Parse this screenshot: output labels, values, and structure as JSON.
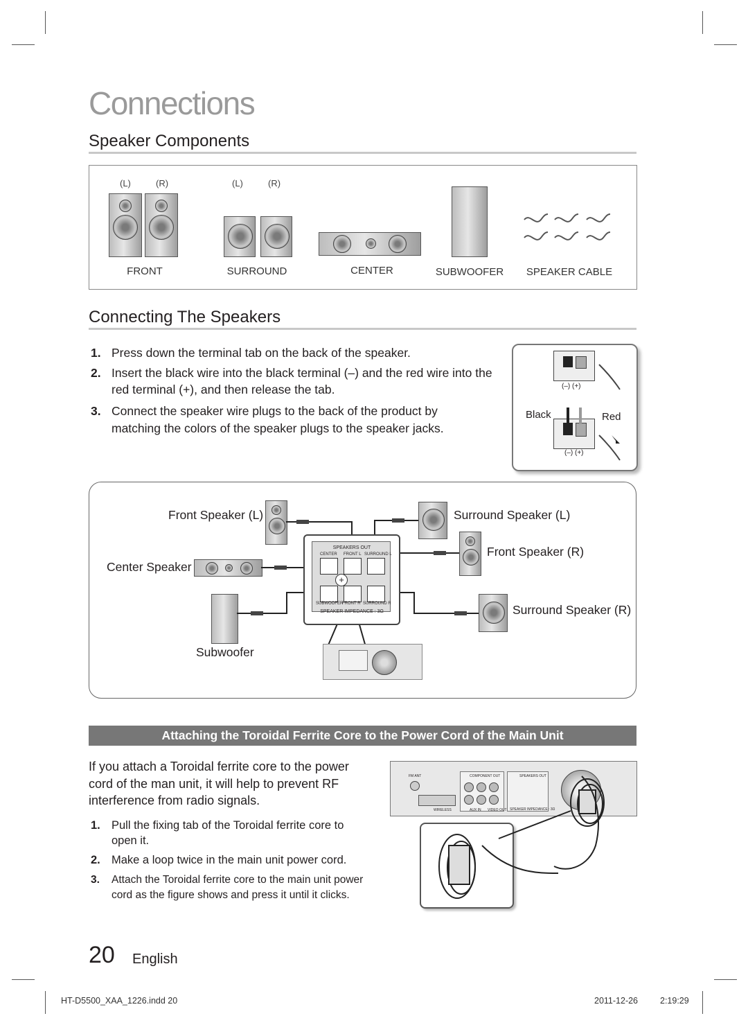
{
  "page": {
    "title": "Connections",
    "number": "20",
    "language": "English"
  },
  "speaker_components": {
    "heading": "Speaker Components",
    "lr_left": "(L)",
    "lr_right": "(R)",
    "labels": [
      "FRONT",
      "SURROUND",
      "CENTER",
      "SUBWOOFER",
      "SPEAKER CABLE"
    ]
  },
  "connecting": {
    "heading": "Connecting The Speakers",
    "steps": [
      {
        "num": "1.",
        "text": "Press down the terminal tab on the back of the speaker."
      },
      {
        "num": "2.",
        "line1": "Insert the black wire into the black terminal (–) and the red wire into the",
        "line2": "red terminal (+), and then release the tab."
      },
      {
        "num": "3.",
        "line1": "Connect the speaker wire plugs to the back of the product by",
        "line2": "matching the colors of the speaker plugs to the speaker jacks."
      }
    ],
    "terminal": {
      "polarity": "(–)  (+)",
      "black": "Black",
      "red": "Red"
    }
  },
  "diagram": {
    "front_l": "Front Speaker (L)",
    "surround_l": "Surround Speaker (L)",
    "front_r": "Front Speaker (R)",
    "center": "Center Speaker",
    "surround_r": "Surround Speaker (R)",
    "subwoofer": "Subwoofer",
    "panel": {
      "speakers_out": "SPEAKERS OUT",
      "center": "CENTER",
      "front_l": "FRONT  L",
      "surround_l": "SURROUND  L",
      "subwoofer": "SUBWOOFER",
      "front_r": "FRONT  R",
      "surround_r": "SURROUND  R",
      "impedance": "SPEAKER IMPEDANCE : 3Ω"
    }
  },
  "ferrite": {
    "banner": "Attaching the Toroidal Ferrite Core to the Power Cord of the Main Unit",
    "intro_lines": [
      "If you attach a Toroidal ferrite core to the power",
      "cord of the man unit, it will help to prevent RF",
      "interference from radio signals."
    ],
    "steps": [
      {
        "num": "1.",
        "line1": "Pull the fixing tab of the Toroidal ferrite core to",
        "line2": "open it."
      },
      {
        "num": "2.",
        "line1": "Make a loop twice in the main unit power cord."
      },
      {
        "num": "3.",
        "line1": "Attach the Toroidal ferrite core to the main unit power",
        "line2": "cord as the figure shows and press it until it clicks."
      }
    ],
    "unit_labels": {
      "fm_ant": "FM ANT",
      "component_out": "COMPONENT OUT",
      "speakers_out": "SPEAKERS OUT",
      "wireless": "WIRELESS",
      "aux_in": "AUX IN",
      "video_out": "VIDEO OUT",
      "impedance": "SPEAKER IMPEDANCE : 3Ω"
    }
  },
  "footer": {
    "file": "HT-D5500_XAA_1226.indd   20",
    "date": "2011-12-26",
    "time": "2:19:29"
  }
}
